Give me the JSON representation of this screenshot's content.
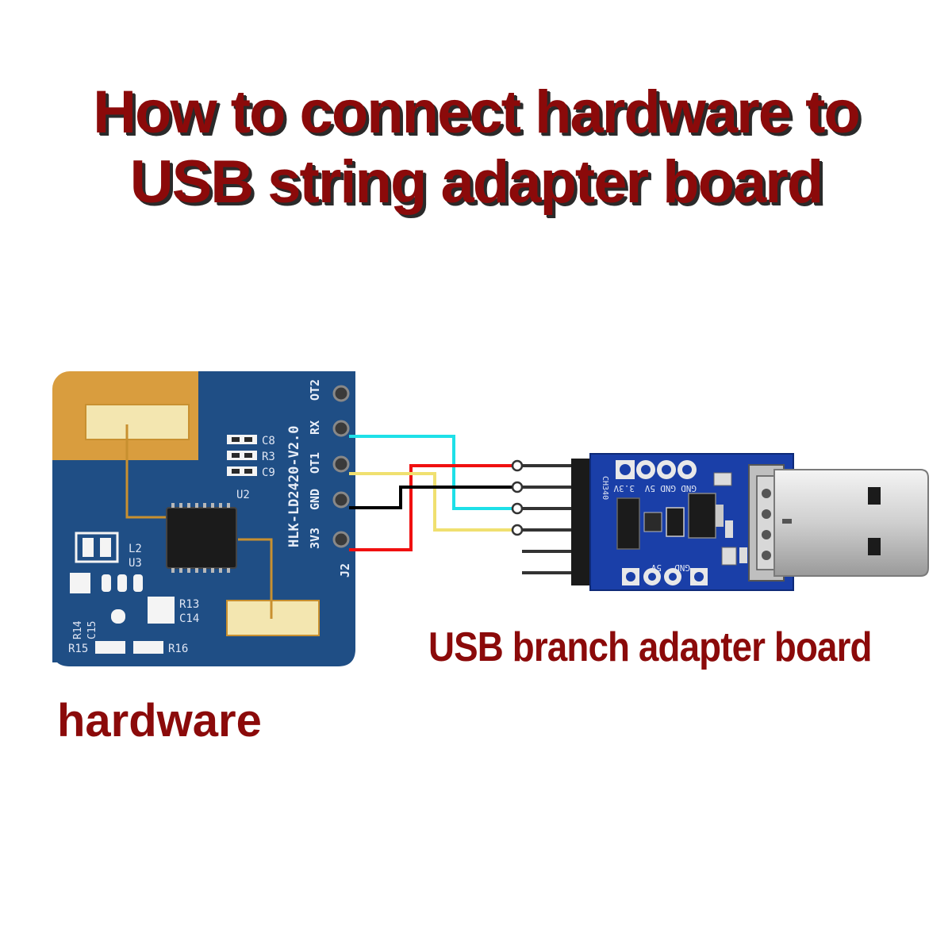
{
  "title": {
    "line1": "How to connect hardware to",
    "line2": "USB string adapter board"
  },
  "captions": {
    "hardware": "hardware",
    "adapter": "USB branch adapter board"
  },
  "module": {
    "model": "HLK-LD2420-V2.0",
    "pins": [
      "OT2",
      "RX",
      "OT1",
      "GND",
      "3V3"
    ],
    "header_label": "J2",
    "chip_label": "U2",
    "components": [
      "C8",
      "R3",
      "C9",
      "L2",
      "U3",
      "R14",
      "C15",
      "R13",
      "C14",
      "R15",
      "R16"
    ]
  },
  "adapter": {
    "top_labels": [
      "3.3V",
      "5V",
      "GND",
      "GND"
    ],
    "bottom_labels": [
      "5V",
      "GND"
    ],
    "side_label": "CH340"
  },
  "wires": {
    "cyan": "#1ee0e8",
    "red": "#f01010",
    "yellow": "#f0e070",
    "black": "#000000"
  },
  "colors": {
    "title": "#8b0a0a",
    "pcb_module": "#1f4e85",
    "pcb_adapter": "#1a3fa8",
    "gold": "#d99d3e"
  }
}
